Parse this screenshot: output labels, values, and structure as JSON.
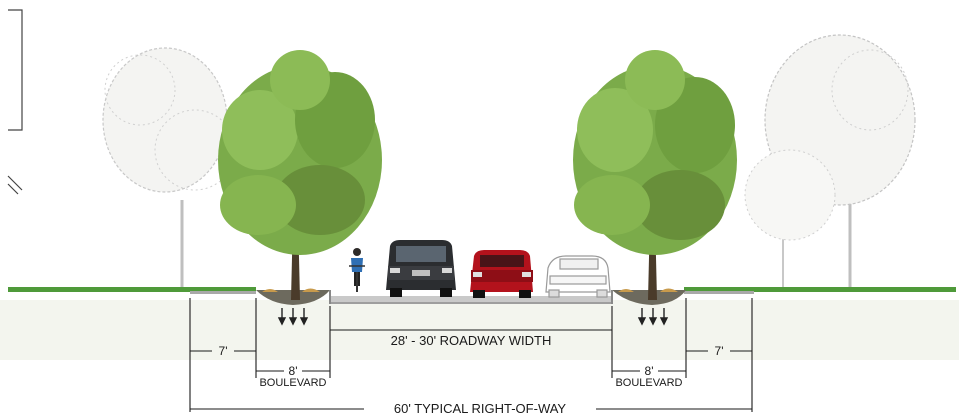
{
  "dimensions": {
    "left_sidewalk": "7'",
    "left_boulevard_width": "8'",
    "left_boulevard_label": "BOULEVARD",
    "roadway": "28' - 30' ROADWAY WIDTH",
    "right_boulevard_width": "8'",
    "right_boulevard_label": "BOULEVARD",
    "right_sidewalk": "7'",
    "right_of_way": "60' TYPICAL RIGHT-OF-WAY"
  },
  "colors": {
    "grass": "#4f9a3a",
    "road": "#c9c9c9",
    "foliage": "#7bab4a",
    "red_car": "#b3121c",
    "dark_car": "#2b2d30"
  },
  "elements": {
    "vehicles": [
      "cyclist",
      "dark-suv",
      "red-car",
      "white-car"
    ],
    "trees": [
      "ghost-tree-left",
      "green-tree-left",
      "green-tree-right",
      "ghost-tree-right"
    ]
  }
}
